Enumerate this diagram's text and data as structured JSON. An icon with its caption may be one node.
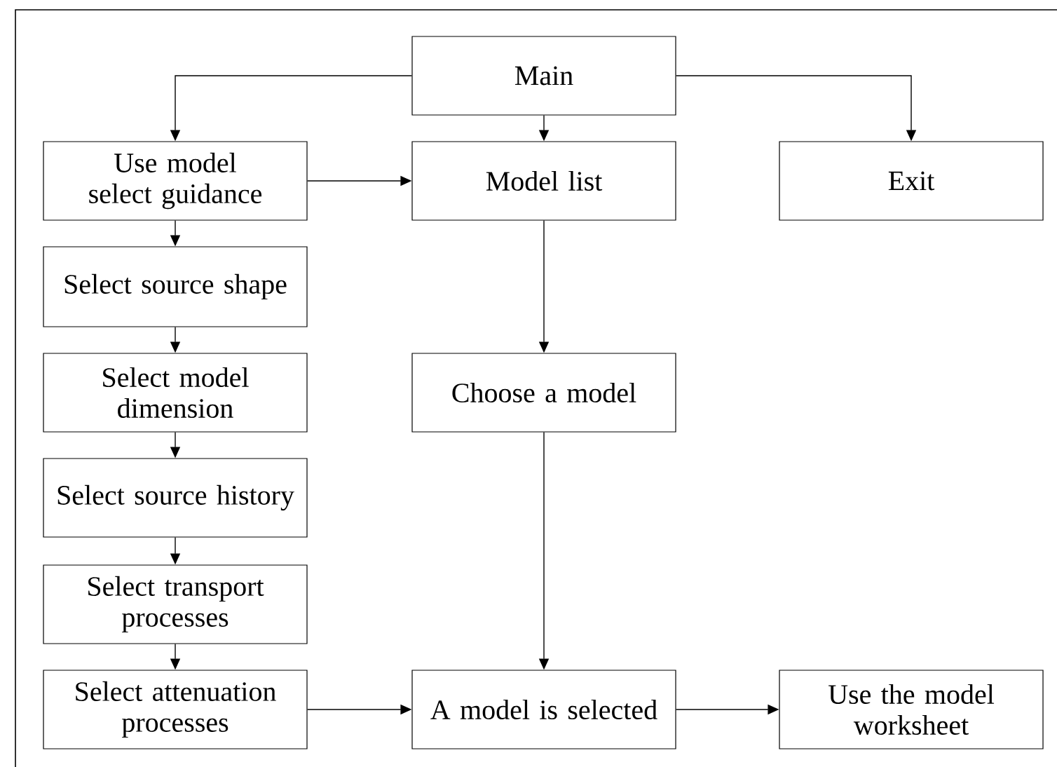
{
  "diagram": {
    "nodes": [
      {
        "text": [
          "Main"
        ]
      },
      {
        "text": [
          "Use model select guidance"
        ]
      },
      {
        "text": [
          "Model list"
        ]
      },
      {
        "text": [
          "Exit"
        ]
      },
      {
        "text": [
          "Select source shape"
        ]
      },
      {
        "text": [
          "Select model dimension"
        ]
      },
      {
        "text": [
          "Select source history"
        ]
      },
      {
        "text": [
          "Select transport processes"
        ]
      },
      {
        "text": [
          "Select attenuation processes"
        ]
      },
      {
        "text": [
          "Choose a model"
        ]
      },
      {
        "text": [
          "A model is selected"
        ]
      },
      {
        "text": [
          "Use the model worksheet"
        ]
      }
    ],
    "edges": [
      {
        "from": 0,
        "to": 1,
        "arrow": "to"
      },
      {
        "from": 0,
        "to": 2,
        "arrow": "to"
      },
      {
        "from": 0,
        "to": 3,
        "arrow": "to"
      },
      {
        "from": 1,
        "to": 2,
        "arrow": "to"
      },
      {
        "from": 1,
        "to": 4,
        "arrow": "to"
      },
      {
        "from": 4,
        "to": 5,
        "arrow": "to"
      },
      {
        "from": 5,
        "to": 6,
        "arrow": "to"
      },
      {
        "from": 6,
        "to": 7,
        "arrow": "to"
      },
      {
        "from": 7,
        "to": 8,
        "arrow": "to"
      },
      {
        "from": 2,
        "to": 9,
        "arrow": "to"
      },
      {
        "from": 9,
        "to": 10,
        "arrow": "to"
      },
      {
        "from": 8,
        "to": 10,
        "arrow": "to"
      },
      {
        "from": 10,
        "to": 11,
        "arrow": "to"
      }
    ]
  }
}
